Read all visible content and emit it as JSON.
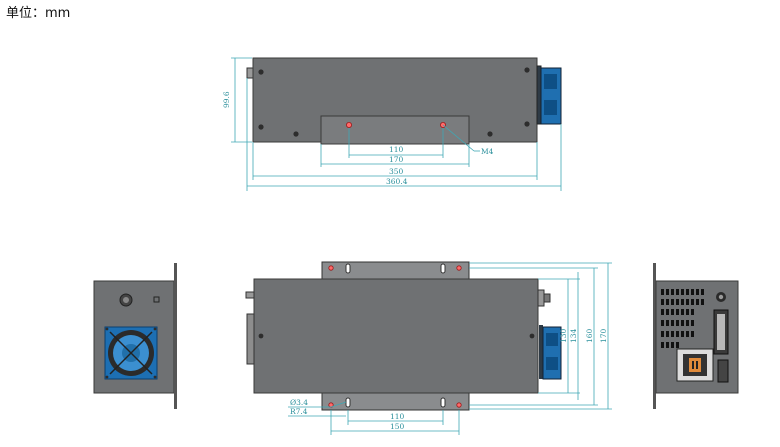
{
  "header": {
    "unit_label": "单位：mm"
  },
  "views": {
    "top": {
      "dims": {
        "height": "99.6",
        "hole_spacing": "110",
        "inner_width": "170",
        "plate_length": "350",
        "overall_length": "360.4",
        "thread": "M4"
      }
    },
    "front": {
      "dims": {
        "slot_dia": "Ø3.4",
        "slot_radius": "R7.4",
        "hole_spacing": "110",
        "plate_width": "150",
        "h130": "130",
        "h134": "134",
        "h160": "160",
        "h170": "170"
      }
    }
  },
  "colors": {
    "dimension": "#3fa7b4",
    "body": "#6f7173",
    "fan_blue": "#1f6fb0"
  }
}
